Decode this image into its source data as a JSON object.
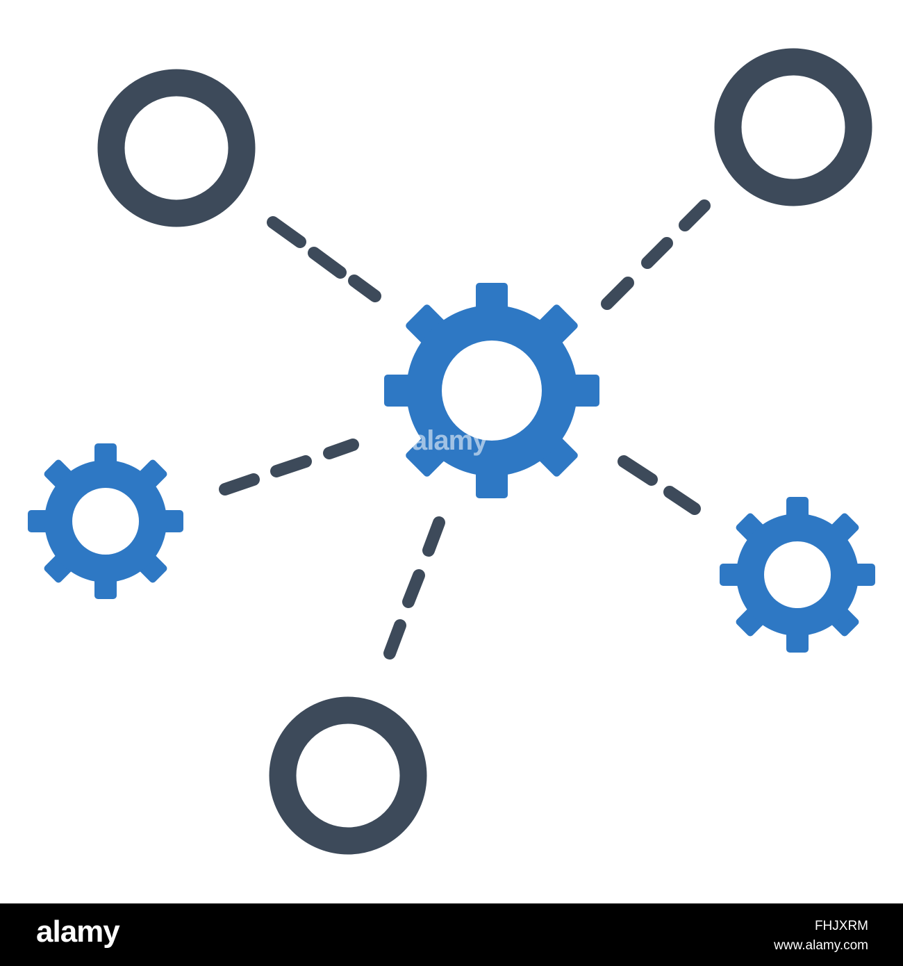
{
  "colors": {
    "ring": "#3d4a5a",
    "gear": "#2e78c4",
    "link": "#3d4a5a",
    "background": "#ffffff",
    "footer_bg": "#000000",
    "footer_text": "#ffffff"
  },
  "icon": {
    "name": "gear-network-icon",
    "nodes": [
      {
        "name": "ring-node-top-left",
        "kind": "ring"
      },
      {
        "name": "ring-node-top-right",
        "kind": "ring"
      },
      {
        "name": "ring-node-bottom",
        "kind": "ring"
      },
      {
        "name": "gear-node-center",
        "kind": "gear"
      },
      {
        "name": "gear-node-left",
        "kind": "gear"
      },
      {
        "name": "gear-node-right",
        "kind": "gear"
      }
    ]
  },
  "watermark": "alamy",
  "footer": {
    "logo": "alamy",
    "image_id": "FHJXRM",
    "url": "www.alamy.com"
  }
}
